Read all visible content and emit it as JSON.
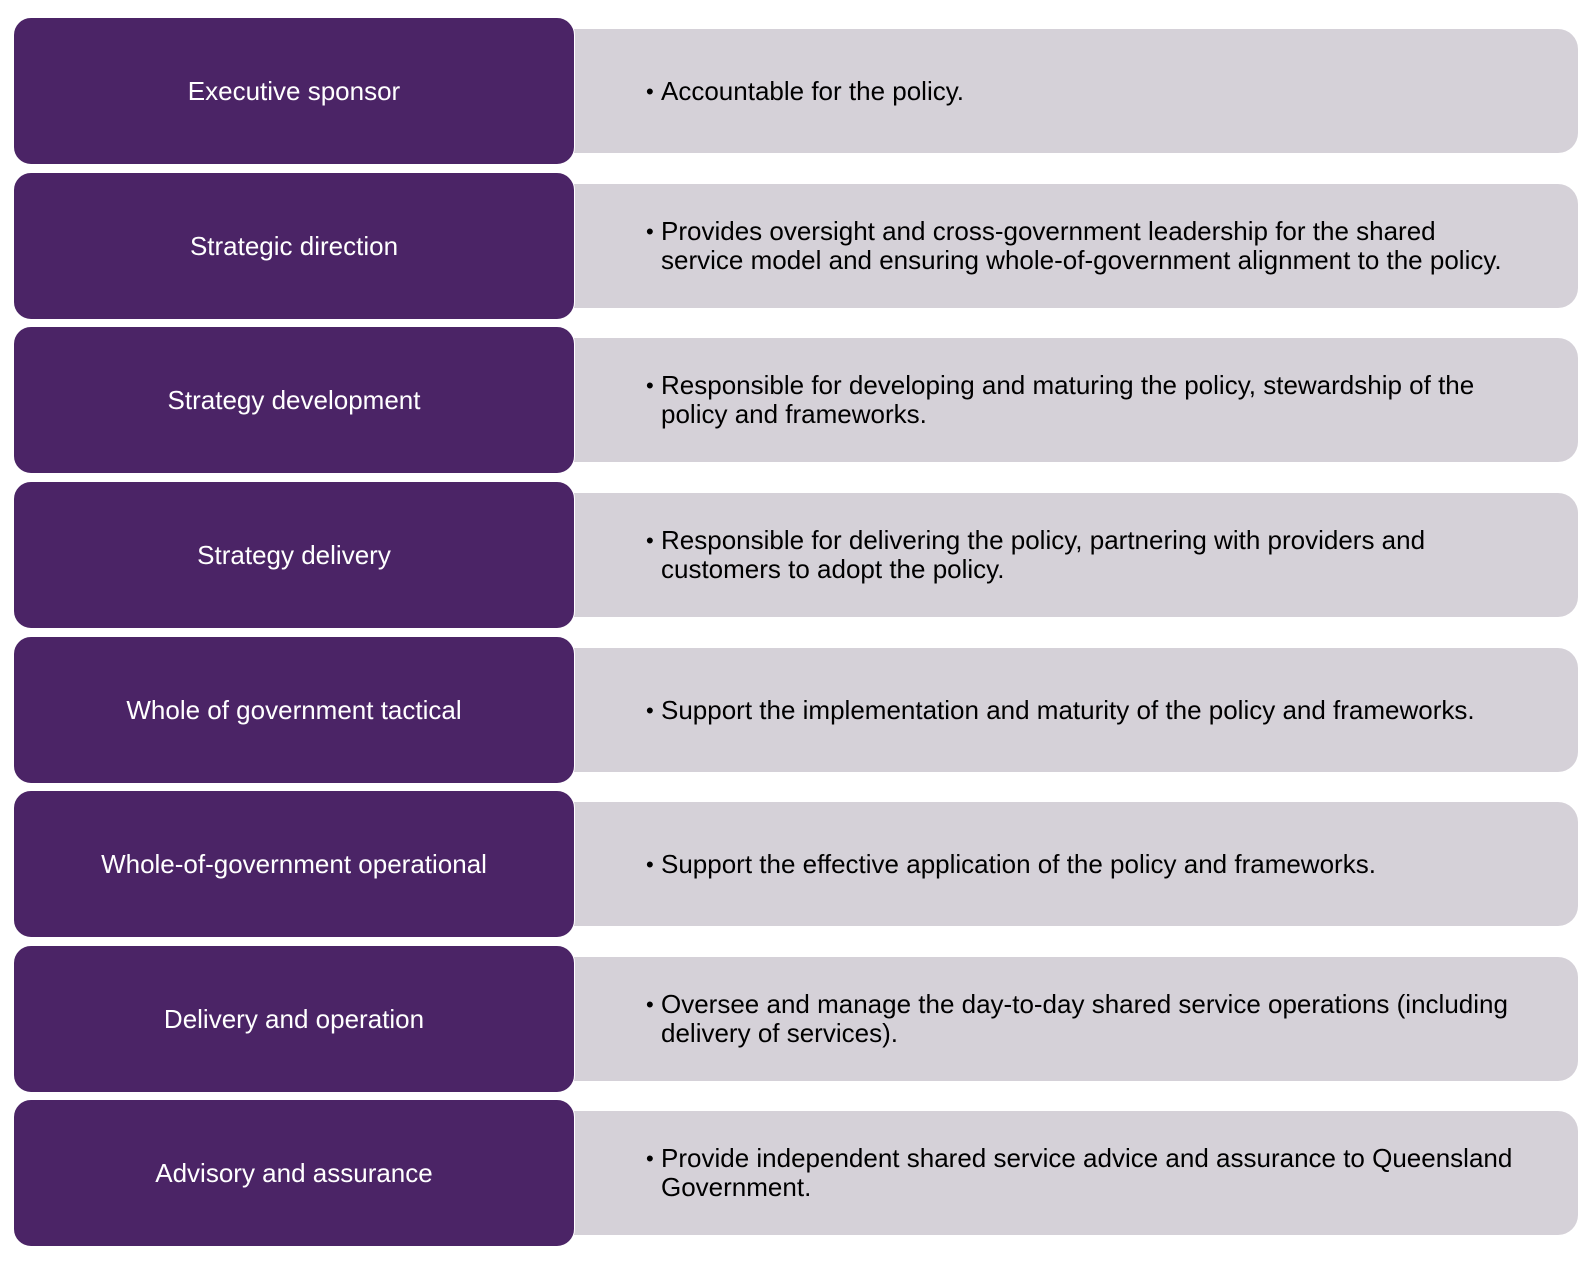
{
  "diagram": {
    "colors": {
      "role_fill": "#4b2466",
      "role_text": "#ffffff",
      "description_fill": "#d5d1d8",
      "description_text": "#000000"
    },
    "bullet_glyph": "•",
    "rows": [
      {
        "role": "Executive sponsor",
        "description": "Accountable for the policy."
      },
      {
        "role": "Strategic direction",
        "description": "Provides oversight and cross-government leadership for the shared service model and ensuring whole-of-government alignment to the policy."
      },
      {
        "role": "Strategy development",
        "description": "Responsible for developing and maturing the policy, stewardship of the policy and frameworks."
      },
      {
        "role": "Strategy delivery",
        "description": "Responsible for delivering the policy, partnering with providers and customers to adopt the policy."
      },
      {
        "role": "Whole of government tactical",
        "description": "Support the implementation and maturity of the policy and frameworks."
      },
      {
        "role": "Whole-of-government operational",
        "description": "Support the effective application of the policy and frameworks."
      },
      {
        "role": "Delivery and operation",
        "description": "Oversee and manage the day-to-day shared service operations (including delivery of services)."
      },
      {
        "role": "Advisory and assurance",
        "description": "Provide independent shared service advice and assurance to Queensland Government."
      }
    ]
  }
}
